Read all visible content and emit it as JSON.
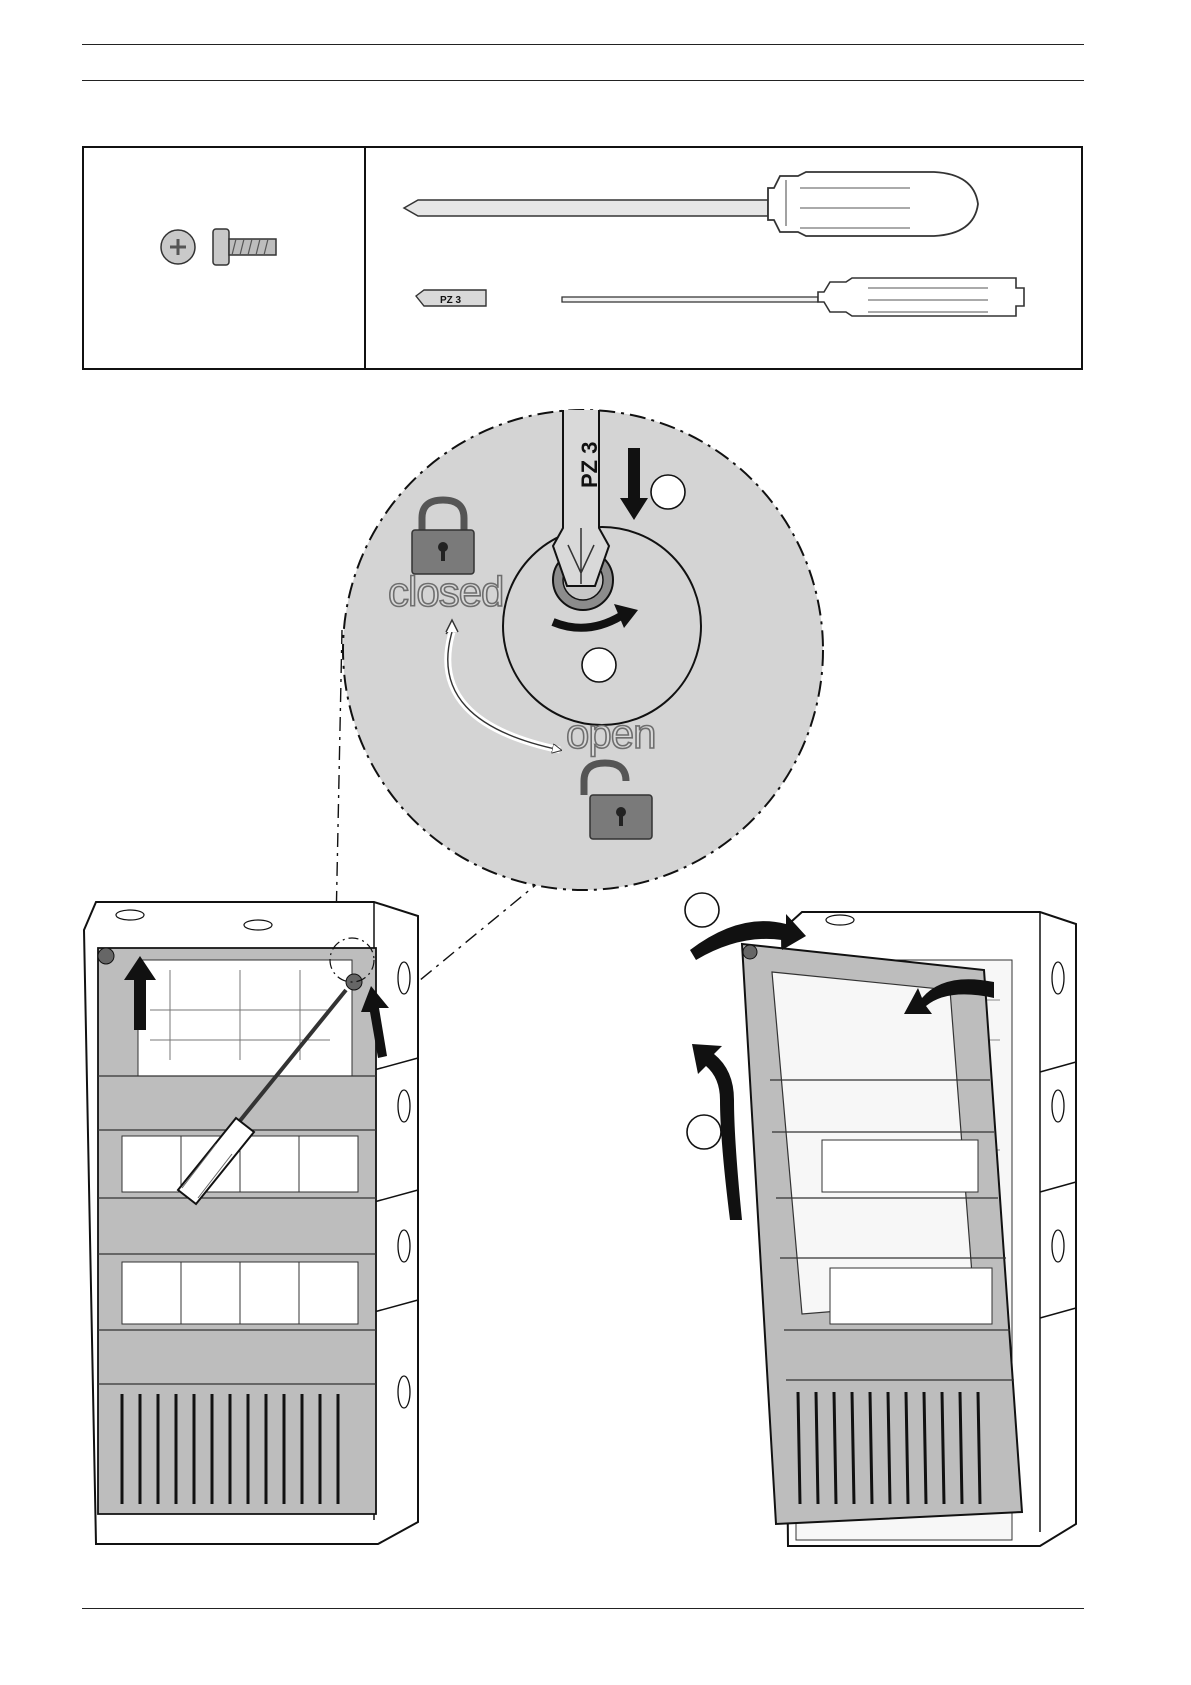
{
  "tools": {
    "bit_label": "PZ 3"
  },
  "detail": {
    "shaft_label": "PZ 3",
    "label_closed": "closed",
    "label_open": "open"
  },
  "icons": [
    "screw-icon",
    "screwdriver-icon",
    "bit-icon",
    "padlock-closed-icon",
    "padlock-open-icon",
    "arrow-icon"
  ],
  "colors": {
    "panel_grey": "#bdbdbd",
    "detail_bg": "#d6d6d6",
    "lock_fill": "#7a7a7a"
  }
}
